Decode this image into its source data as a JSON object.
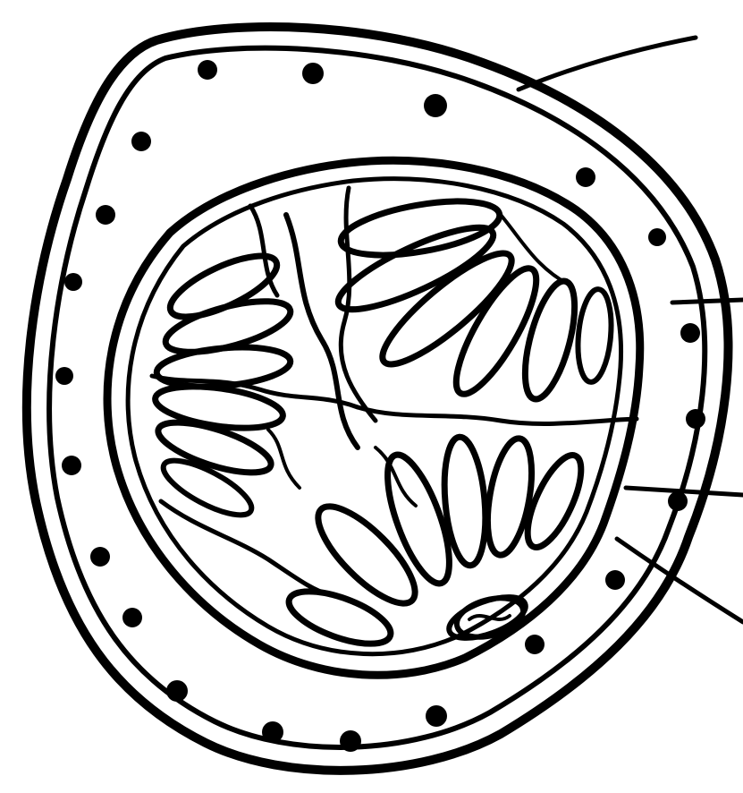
{
  "figure": {
    "description": "",
    "colors": {
      "ink": "#000000",
      "background": "#ffffff"
    },
    "label_leaders": [
      {
        "id": "leader-1",
        "label": ""
      },
      {
        "id": "leader-2",
        "label": ""
      },
      {
        "id": "leader-3",
        "label": ""
      },
      {
        "id": "leader-4",
        "label": ""
      }
    ]
  }
}
